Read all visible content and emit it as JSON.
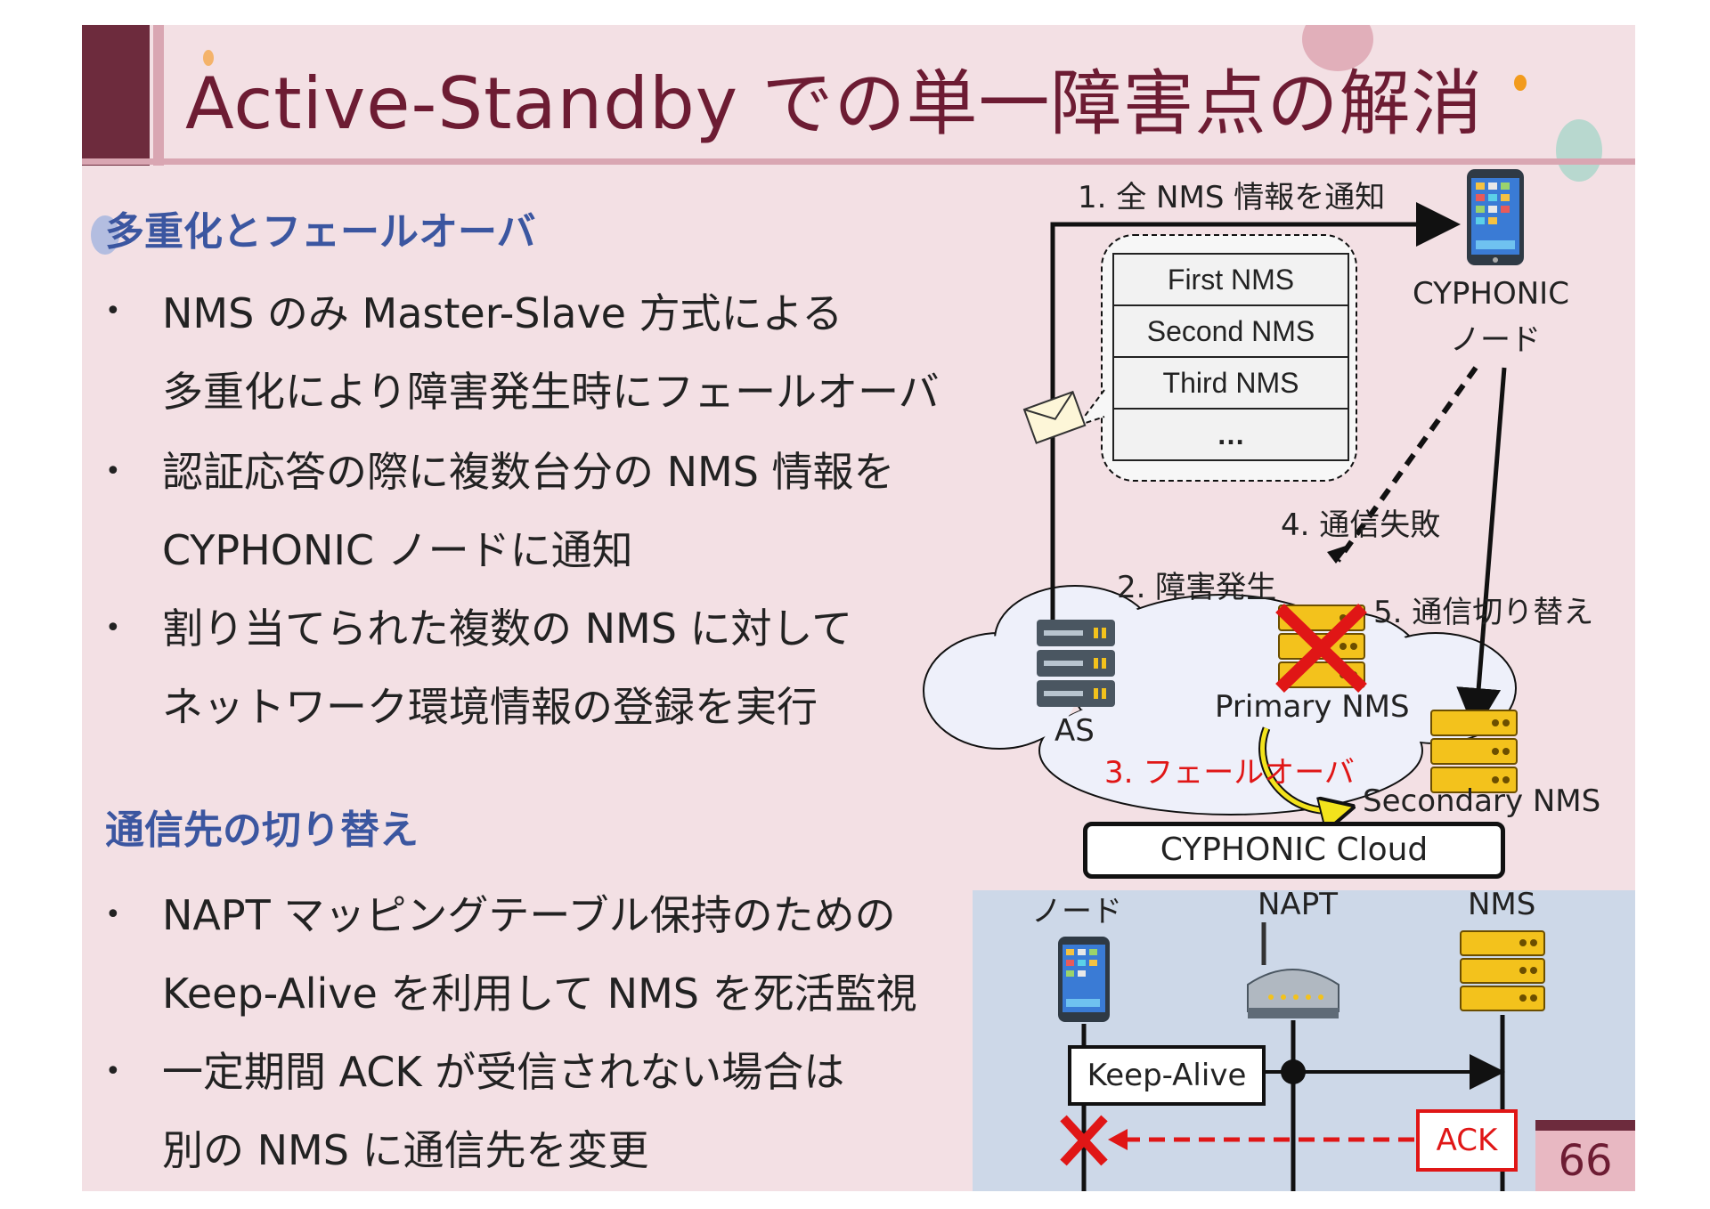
{
  "slide": {
    "title": "Active-Standby での単一障害点の解消",
    "page_number": "66"
  },
  "left": {
    "section1": {
      "heading": "多重化とフェールオーバ",
      "bullets": [
        {
          "line1": "NMS のみ Master-Slave 方式による",
          "line2": "多重化により障害発生時にフェールオーバ"
        },
        {
          "line1": "認証応答の際に複数台分の NMS 情報を",
          "line2": "CYPHONIC ノードに通知"
        },
        {
          "line1": "割り当てられた複数の NMS に対して",
          "line2": "ネットワーク環境情報の登録を実行"
        }
      ]
    },
    "section2": {
      "heading": "通信先の切り替え",
      "bullets": [
        {
          "line1": "NAPT マッピングテーブル保持のための",
          "line2": "Keep-Alive を利用して NMS を死活監視"
        },
        {
          "line1": "一定期間 ACK が受信されない場合は",
          "line2": "別の NMS に通信先を変更"
        }
      ]
    },
    "bullet_glyph": "•"
  },
  "diagram": {
    "step1": "1. 全 NMS 情報を通知",
    "nms_list": [
      "First NMS",
      "Second NMS",
      "Third NMS",
      "…"
    ],
    "cyphonic_node_line1": "CYPHONIC",
    "cyphonic_node_line2": "ノード",
    "step4": "4. 通信失敗",
    "step2": "2. 障害発生",
    "step5": "5. 通信切り替え",
    "as_label": "AS",
    "primary_label": "Primary NMS",
    "step3": "3. フェールオーバ",
    "secondary_label": "Secondary NMS",
    "cloud_label": "CYPHONIC Cloud",
    "colors": {
      "red": "#e01616",
      "server_yellow": "#f3c21c",
      "server_gray": "#4a5661",
      "title": "#6d1c33",
      "heading": "#3b56a0"
    }
  },
  "sequence": {
    "col_node": "ノード",
    "col_napt": "NAPT",
    "col_nms": "NMS",
    "keepalive": "Keep-Alive",
    "ack": "ACK"
  }
}
